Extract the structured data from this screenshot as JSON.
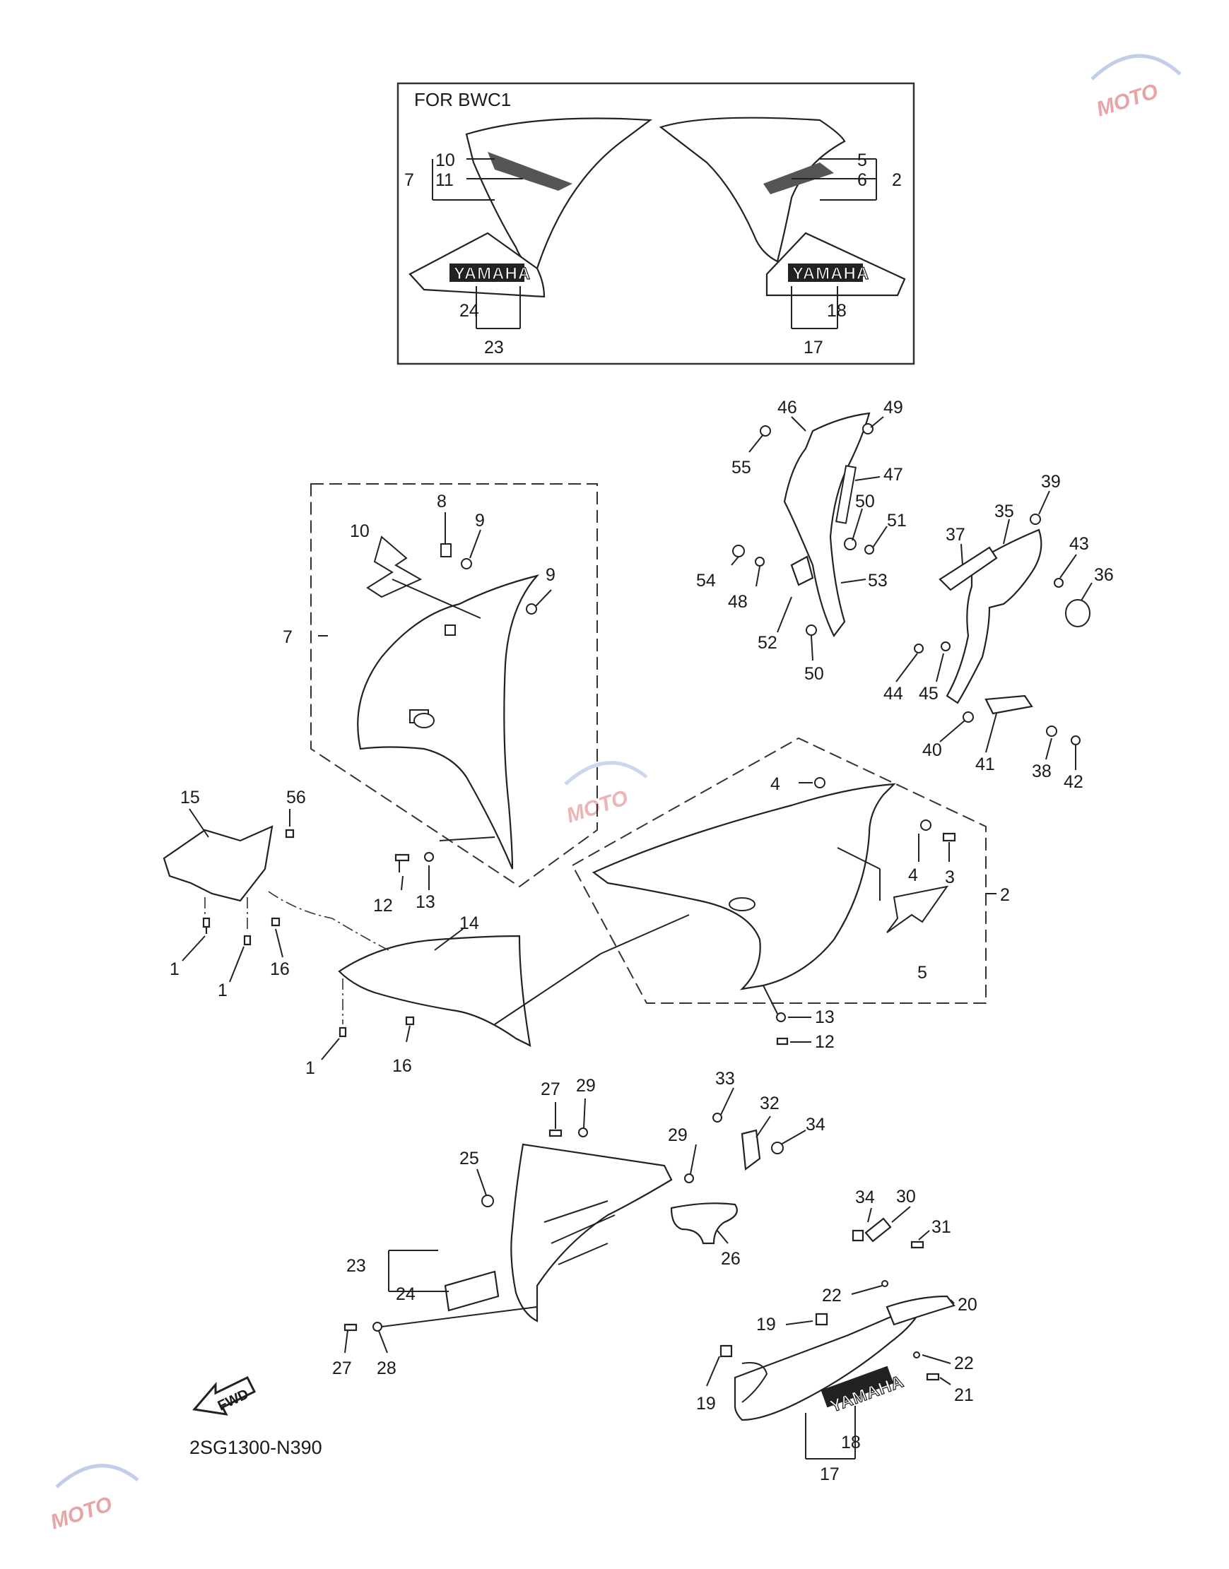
{
  "diagram": {
    "inset_title": "FOR BWC1",
    "figure_code": "2SG1300-N390",
    "fwd_label": "FWD",
    "brand_decal": "YAMAHA",
    "watermark": "MOTO",
    "callouts": {
      "c1a": "1",
      "c1b": "1",
      "c1c": "1",
      "c2": "2",
      "c2i": "2",
      "c3": "3",
      "c4a": "4",
      "c4b": "4",
      "c5": "5",
      "c5i": "5",
      "c6i": "6",
      "c7": "7",
      "c7i": "7",
      "c8": "8",
      "c9a": "9",
      "c9b": "9",
      "c10": "10",
      "c10i": "10",
      "c11i": "11",
      "c12a": "12",
      "c12b": "12",
      "c13a": "13",
      "c13b": "13",
      "c14": "14",
      "c15": "15",
      "c16a": "16",
      "c16b": "16",
      "c17": "17",
      "c17i": "17",
      "c18": "18",
      "c18i": "18",
      "c19a": "19",
      "c19b": "19",
      "c20": "20",
      "c21": "21",
      "c22a": "22",
      "c22b": "22",
      "c23": "23",
      "c23i": "23",
      "c24": "24",
      "c24i": "24",
      "c25": "25",
      "c26": "26",
      "c27a": "27",
      "c27b": "27",
      "c28": "28",
      "c29a": "29",
      "c29b": "29",
      "c30": "30",
      "c31": "31",
      "c32": "32",
      "c33": "33",
      "c34a": "34",
      "c34b": "34",
      "c35": "35",
      "c36": "36",
      "c37": "37",
      "c38": "38",
      "c39": "39",
      "c40": "40",
      "c41": "41",
      "c42": "42",
      "c43": "43",
      "c44": "44",
      "c45": "45",
      "c46": "46",
      "c47": "47",
      "c48": "48",
      "c49": "49",
      "c50a": "50",
      "c50b": "50",
      "c51": "51",
      "c52": "52",
      "c53": "53",
      "c54": "54",
      "c55": "55",
      "c56": "56"
    }
  }
}
